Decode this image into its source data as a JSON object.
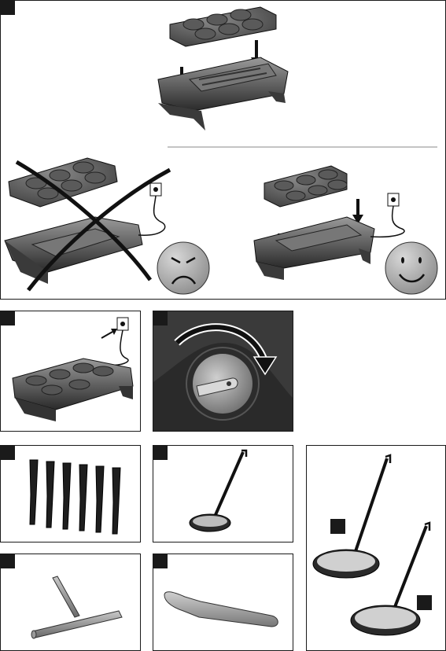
{
  "document": {
    "description_text": "",
    "panels": [
      {
        "name": "assembly-panel",
        "text": ""
      },
      {
        "name": "plug-in-panel",
        "text": ""
      },
      {
        "name": "thermostat-panel",
        "text": ""
      },
      {
        "name": "spatulas-panel",
        "text": ""
      },
      {
        "name": "small-ladle-panel",
        "text": ""
      },
      {
        "name": "ladles-comparison-panel",
        "text": ""
      },
      {
        "name": "spreader-panel",
        "text": ""
      },
      {
        "name": "turner-panel",
        "text": ""
      }
    ]
  },
  "colors": {
    "ink": "#1a1a1a",
    "plate": "#6e6e6e",
    "base_dark": "#4a4a4a",
    "thermostat_bg": "#3a3a3a"
  },
  "icons": [
    "sad-face-icon",
    "happy-face-icon",
    "wall-socket-icon",
    "arrow-down-icon",
    "rotate-arrow-icon",
    "cross-icon"
  ]
}
